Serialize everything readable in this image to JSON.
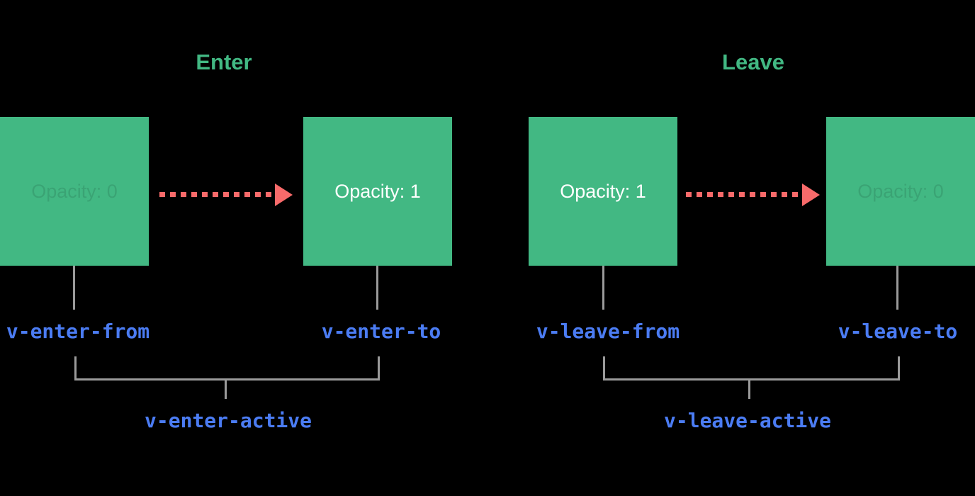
{
  "colors": {
    "background": "#000000",
    "green": "#42b883",
    "arrow": "#f86a6a",
    "line": "#9a9a9a",
    "label_blue": "#4b7cf3",
    "faded_text": "rgba(0,0,0,0.11)"
  },
  "sections": [
    {
      "id": "enter",
      "title": "Enter",
      "from_box": {
        "text": "Opacity: 0",
        "faded": true
      },
      "to_box": {
        "text": "Opacity: 1",
        "faded": false
      },
      "from_label": "v-enter-from",
      "to_label": "v-enter-to",
      "active_label": "v-enter-active"
    },
    {
      "id": "leave",
      "title": "Leave",
      "from_box": {
        "text": "Opacity: 1",
        "faded": false
      },
      "to_box": {
        "text": "Opacity: 0",
        "faded": true
      },
      "from_label": "v-leave-from",
      "to_label": "v-leave-to",
      "active_label": "v-leave-active"
    }
  ]
}
